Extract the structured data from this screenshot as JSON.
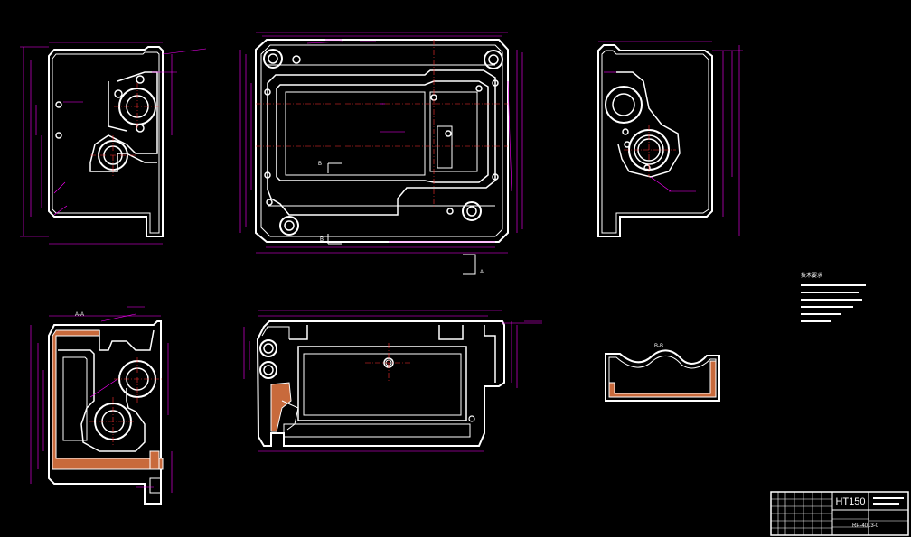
{
  "colors": {
    "background": "#000000",
    "outline": "#ffffff",
    "dimension": "#ff00ff",
    "centerline": "#ff3030",
    "hatch": "#c86a3c"
  },
  "labels": {
    "section_aa": "A-A",
    "section_bb": "B-B",
    "view_marker_a": "A",
    "view_marker_b1": "B",
    "view_marker_b2": "B",
    "tech_requirements_title": "技术要求"
  },
  "title_block": {
    "material": "HT150",
    "drawing_number": "RP-4013-0"
  }
}
